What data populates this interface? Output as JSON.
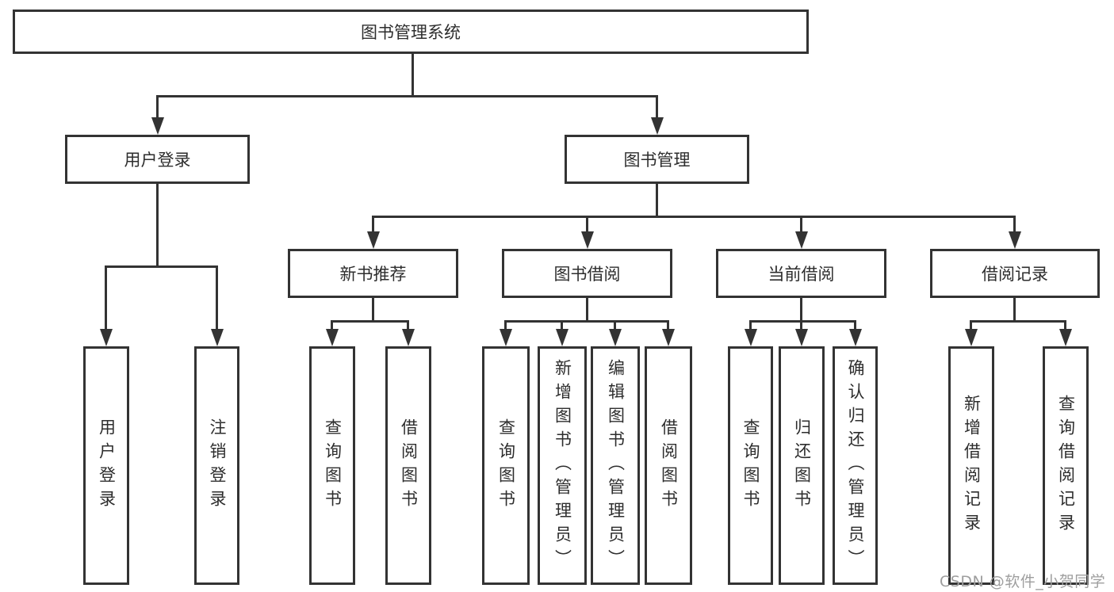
{
  "diagram": {
    "title_node": {
      "label": "图书管理系统"
    },
    "level2": [
      {
        "label": "用户登录"
      },
      {
        "label": "图书管理"
      }
    ],
    "level3": [
      {
        "label": "新书推荐"
      },
      {
        "label": "图书借阅"
      },
      {
        "label": "当前借阅"
      },
      {
        "label": "借阅记录"
      }
    ],
    "leaves": [
      {
        "label": "用户登录",
        "parent": "用户登录"
      },
      {
        "label": "注销登录",
        "parent": "用户登录"
      },
      {
        "label": "查询图书",
        "parent": "新书推荐"
      },
      {
        "label": "借阅图书",
        "parent": "新书推荐"
      },
      {
        "label": "查询图书",
        "parent": "图书借阅"
      },
      {
        "label": "新增图书（管理员）",
        "parent": "图书借阅"
      },
      {
        "label": "编辑图书（管理员）",
        "parent": "图书借阅"
      },
      {
        "label": "借阅图书",
        "parent": "图书借阅"
      },
      {
        "label": "查询图书",
        "parent": "当前借阅"
      },
      {
        "label": "归还图书",
        "parent": "当前借阅"
      },
      {
        "label": "确认归还（管理员）",
        "parent": "当前借阅"
      },
      {
        "label": "新增借阅记录",
        "parent": "借阅记录"
      },
      {
        "label": "查询借阅记录",
        "parent": "借阅记录"
      }
    ],
    "watermark": "CSDN @软件_小贺同学",
    "colors": {
      "stroke": "#333333",
      "text": "#2d2d2d",
      "watermark": "#9e9e9e",
      "background": "#ffffff"
    }
  }
}
